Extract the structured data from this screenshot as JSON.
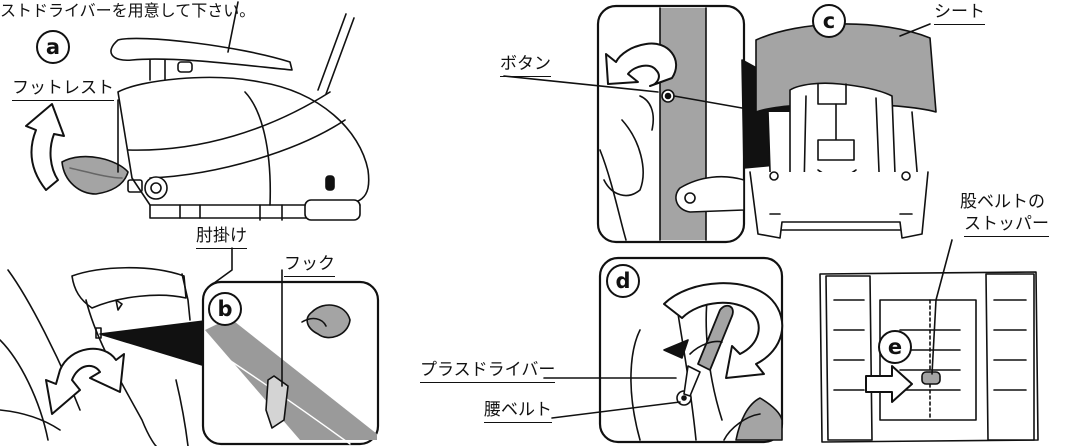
{
  "instruction_fragment": "ストドライバーを用意して下さい。",
  "labels": {
    "footrest": "フットレスト",
    "armrest": "肘掛け",
    "hook": "フック",
    "button": "ボタン",
    "seat": "シート",
    "crotch_belt_stopper_line1": "股ベルトの",
    "crotch_belt_stopper_line2": "ストッパー",
    "phillips_screwdriver": "プラスドライバー",
    "waist_belt": "腰ベルト"
  },
  "steps": {
    "a": "a",
    "b": "b",
    "c": "c",
    "d": "d",
    "e": "e"
  }
}
